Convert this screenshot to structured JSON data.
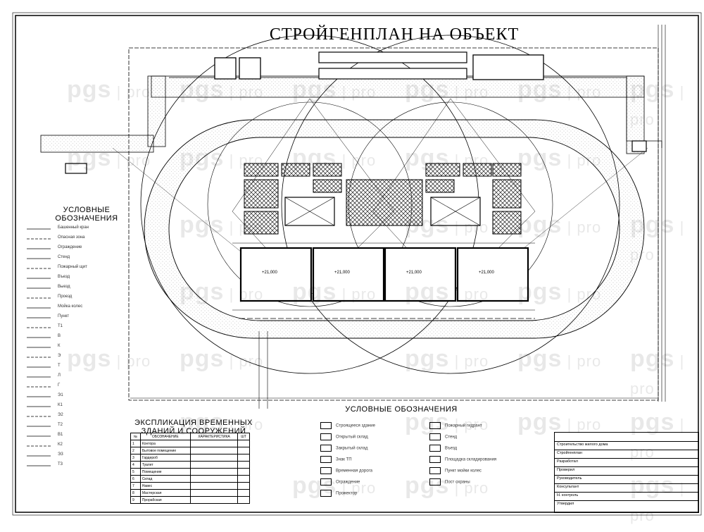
{
  "title": "СТРОЙГЕНПЛАН НА ОБЪЕКТ",
  "legend_left": {
    "heading": "УСЛОВНЫЕ ОБОЗНАЧЕНИЯ",
    "items": [
      "Башенный кран",
      "Опасная зона",
      "Ограждение",
      "Стенд",
      "Пожарный щит",
      "Въезд",
      "Выезд",
      "Проезд",
      "Мойка колес",
      "Пункт",
      "Т1",
      "В",
      "К",
      "Э",
      "Т",
      "Л",
      "Г",
      "Э1",
      "К1",
      "Э2",
      "Т2",
      "В1",
      "К2",
      "Э3",
      "Т3"
    ]
  },
  "expl": {
    "heading": "ЭКСПЛИКАЦИЯ ВРЕМЕННЫХ ЗДАНИЙ И СООРУЖЕНИЙ",
    "columns": [
      "№",
      "ОБОЗНАЧЕНИЕ",
      "ХАРАКТЕРИСТИКА",
      "ШТ"
    ],
    "rows": [
      [
        "1",
        "Контора",
        "",
        ""
      ],
      [
        "2",
        "Бытовое помещение",
        "",
        ""
      ],
      [
        "3",
        "Гардероб",
        "",
        ""
      ],
      [
        "4",
        "Туалет",
        "",
        ""
      ],
      [
        "5",
        "Помещение",
        "",
        ""
      ],
      [
        "6",
        "Склад",
        "",
        ""
      ],
      [
        "7",
        "Навес",
        "",
        ""
      ],
      [
        "8",
        "Мастерская",
        "",
        ""
      ],
      [
        "9",
        "Прорабская",
        "",
        ""
      ]
    ]
  },
  "legend_bottom": {
    "heading": "УСЛОВНЫЕ ОБОЗНАЧЕНИЯ",
    "items": [
      "Строящееся здание",
      "Открытый склад",
      "Закрытый склад",
      "Знак ТП",
      "Временная дорога",
      "Ограждение",
      "Прожектор",
      "Пожарный гидрант",
      "Стенд",
      "Въезд",
      "Площадка складирования",
      "Пункт мойки колес",
      "Пост охраны"
    ]
  },
  "building_labels": [
    "+21,000",
    "+21,000",
    "+21,000",
    "+21,000"
  ],
  "stamp": {
    "rows": [
      "Строительство жилого дома",
      "Стройгенплан",
      "Разработал",
      "Проверил",
      "Руководитель",
      "Консультант",
      "Н. контроль",
      "Утвердил"
    ]
  },
  "watermark": {
    "main": "pgs",
    "sub": "pro"
  }
}
